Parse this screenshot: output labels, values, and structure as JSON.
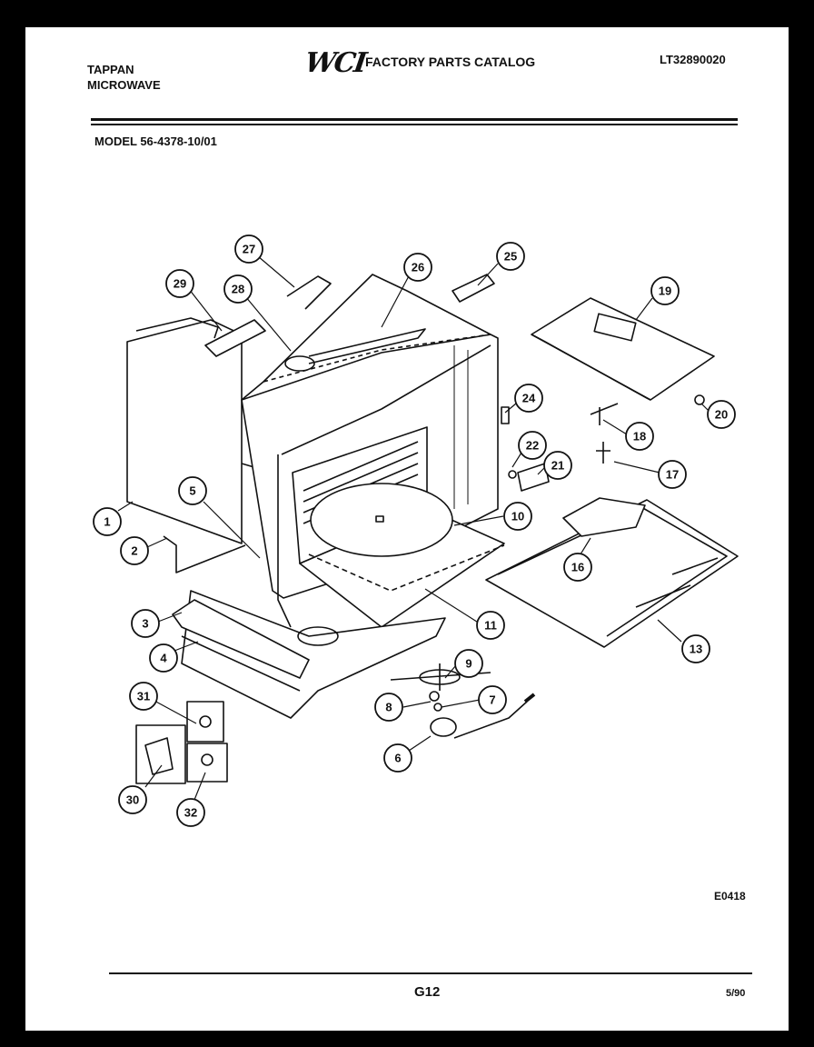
{
  "header": {
    "brand_line1": "TAPPAN",
    "brand_line2": "MICROWAVE",
    "logo_text": "WCI",
    "catalog_title": "FACTORY PARTS CATALOG",
    "catalog_code": "LT32890020",
    "model": "MODEL 56-4378-10/01"
  },
  "callouts": [
    "1",
    "2",
    "3",
    "4",
    "5",
    "6",
    "7",
    "8",
    "9",
    "10",
    "11",
    "13",
    "16",
    "17",
    "18",
    "19",
    "20",
    "21",
    "22",
    "24",
    "25",
    "26",
    "27",
    "28",
    "29",
    "30",
    "31",
    "32"
  ],
  "footer": {
    "diagram_id": "E0418",
    "page": "G12",
    "date": "5/90"
  }
}
